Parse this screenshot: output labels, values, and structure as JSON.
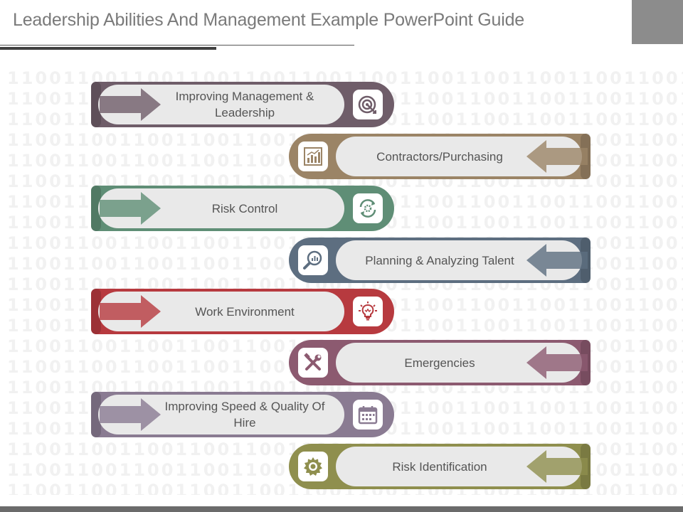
{
  "title": "Leadership Abilities And Management Example PowerPoint Guide",
  "background_pattern_line": "11001100110011001100110011001100110011001100110011",
  "items": [
    {
      "label": "Improving Management & Leadership",
      "color": "#6f5d69",
      "icon": "target-icon",
      "side": "left"
    },
    {
      "label": "Contractors/Purchasing",
      "color": "#9b8466",
      "icon": "bar-chart-icon",
      "side": "right"
    },
    {
      "label": "Risk Control",
      "color": "#5f8e76",
      "icon": "refresh-gear-icon",
      "side": "left"
    },
    {
      "label": "Planning & Analyzing Talent",
      "color": "#5d6e80",
      "icon": "magnifier-chart-icon",
      "side": "right"
    },
    {
      "label": "Work Environment",
      "color": "#b73a3f",
      "icon": "lightbulb-icon",
      "side": "left"
    },
    {
      "label": "Emergencies",
      "color": "#8c5a70",
      "icon": "tools-icon",
      "side": "right"
    },
    {
      "label": "Improving Speed & Quality Of Hire",
      "color": "#8a7b92",
      "icon": "calendar-icon",
      "side": "left"
    },
    {
      "label": "Risk Identification",
      "color": "#8f8f4e",
      "icon": "gear-icon",
      "side": "right"
    }
  ]
}
